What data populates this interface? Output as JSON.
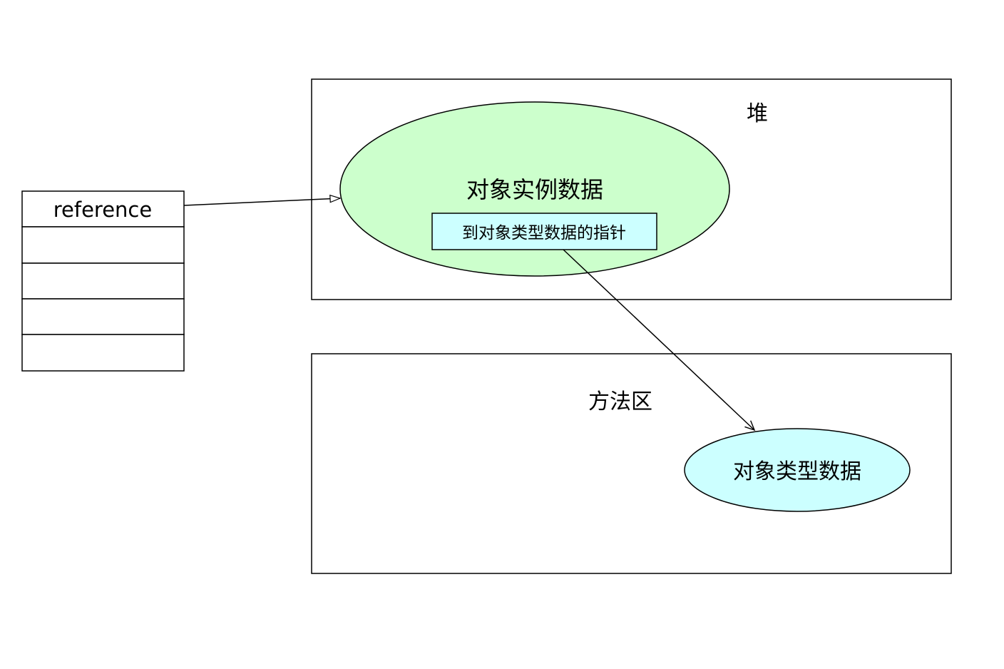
{
  "reference_stack": {
    "cells": [
      "reference",
      "",
      "",
      "",
      ""
    ]
  },
  "heap": {
    "label": "堆",
    "instance": {
      "label": "对象实例数据",
      "pointer_label": "到对象类型数据的指针"
    }
  },
  "method_area": {
    "label": "方法区",
    "type_data": {
      "label": "对象类型数据"
    }
  },
  "colors": {
    "instance_fill": "#ccffcc",
    "pointer_fill": "#ccffff",
    "type_data_fill": "#ccffff",
    "stroke": "#000000",
    "background": "#ffffff"
  }
}
